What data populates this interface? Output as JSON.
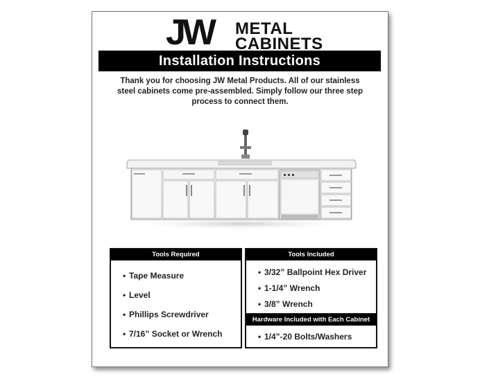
{
  "logo": {
    "mark": "JW",
    "line1": "METAL",
    "line2": "CABINETS"
  },
  "title": "Installation Instructions",
  "intro": "Thank you for choosing JW Metal Products. All of our stainless steel cabinets come pre-assembled. Simply follow our three step process to connect them.",
  "tools_required": {
    "heading": "Tools Required",
    "items": [
      "Tape Measure",
      "Level",
      "Phillips Screwdriver",
      "7/16” Socket or Wrench"
    ]
  },
  "tools_included": {
    "heading": "Tools Included",
    "items": [
      "3/32” Ballpoint Hex Driver",
      "1-1/4” Wrench",
      "3/8” Wrench"
    ]
  },
  "hardware_included": {
    "heading": "Hardware Included with Each Cabinet",
    "items": [
      "1/4”-20 Bolts/Washers"
    ]
  }
}
